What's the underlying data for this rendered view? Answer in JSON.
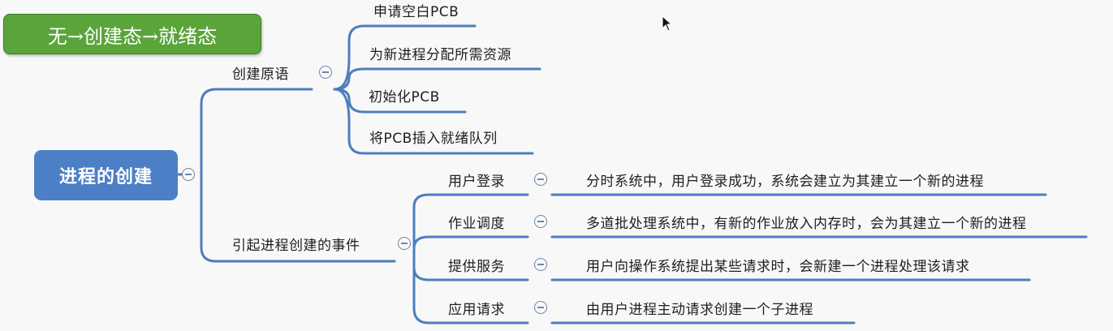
{
  "callout": {
    "text": "无→创建态→就绪态"
  },
  "root": {
    "label": "进程的创建"
  },
  "branches": [
    {
      "label": "创建原语",
      "children": [
        {
          "label": "申请空白PCB"
        },
        {
          "label": "为新进程分配所需资源"
        },
        {
          "label": "初始化PCB"
        },
        {
          "label": "将PCB插入就绪队列"
        }
      ]
    },
    {
      "label": "引起进程创建的事件",
      "children": [
        {
          "label": "用户登录",
          "detail": "分时系统中，用户登录成功，系统会建立为其建立一个新的进程"
        },
        {
          "label": "作业调度",
          "detail": "多道批处理系统中，有新的作业放入内存时，会为其建立一个新的进程"
        },
        {
          "label": "提供服务",
          "detail": "用户向操作系统提出某些请求时，会新建一个进程处理该请求"
        },
        {
          "label": "应用请求",
          "detail": "由用户进程主动请求创建一个子进程"
        }
      ]
    }
  ],
  "colors": {
    "root_fill": "#4c7fc6",
    "line": "#4f7dc0",
    "callout_fill": "#5aa43a"
  }
}
